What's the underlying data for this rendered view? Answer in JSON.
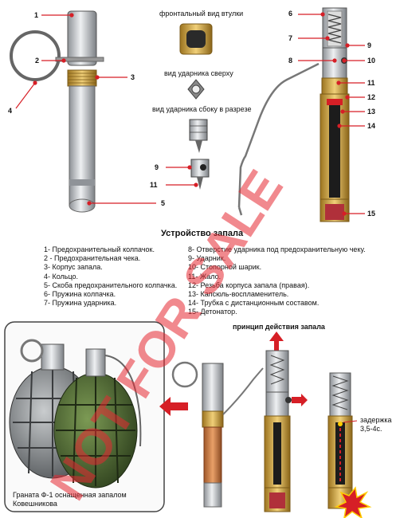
{
  "labels": {
    "front_view": "фронтальный вид втулки",
    "striker_top": "вид ударника сверху",
    "striker_side": "вид ударника сбоку в разрезе",
    "title": "Устройство запала",
    "principle": "принцип действия запала",
    "delay": "задержка",
    "delay_value": "3,5-4с.",
    "caption_line1": "Граната Ф-1 оснащенная запалом",
    "caption_line2": "Ковешникова",
    "watermark": "NOT FOR SALE"
  },
  "callouts": {
    "n1": "1",
    "n2": "2",
    "n3": "3",
    "n4": "4",
    "n5": "5",
    "n6": "6",
    "n7": "7",
    "n8": "8",
    "n9": "9",
    "n10": "10",
    "n11": "11",
    "n12": "12",
    "n13": "13",
    "n14": "14",
    "n15": "15",
    "n9b": "9",
    "n11b": "11"
  },
  "legend_left": [
    "1- Предохранительный колпачок.",
    "2 - Предохранительная чека.",
    "3- Корпус запала.",
    "4- Кольцо.",
    "5- Скоба предохранительного колпачка.",
    "6- Пружина колпачка.",
    "7- Пружина ударника."
  ],
  "legend_right": [
    "8- Отверстие ударника под предохранительную чеку.",
    "9- Ударник.",
    "10- Стопорной шарик.",
    "11- Жало.",
    "12- Резьба корпуса запала (правая).",
    "13- Капсюль-воспламенитель.",
    "14- Трубка с дистанционным составом.",
    "15- Детонатор."
  ],
  "colors": {
    "red": "#d61f26",
    "brass": "#c9a040",
    "steel": "#b9bdc2",
    "dark": "#222222",
    "watermark": "#e62832"
  }
}
